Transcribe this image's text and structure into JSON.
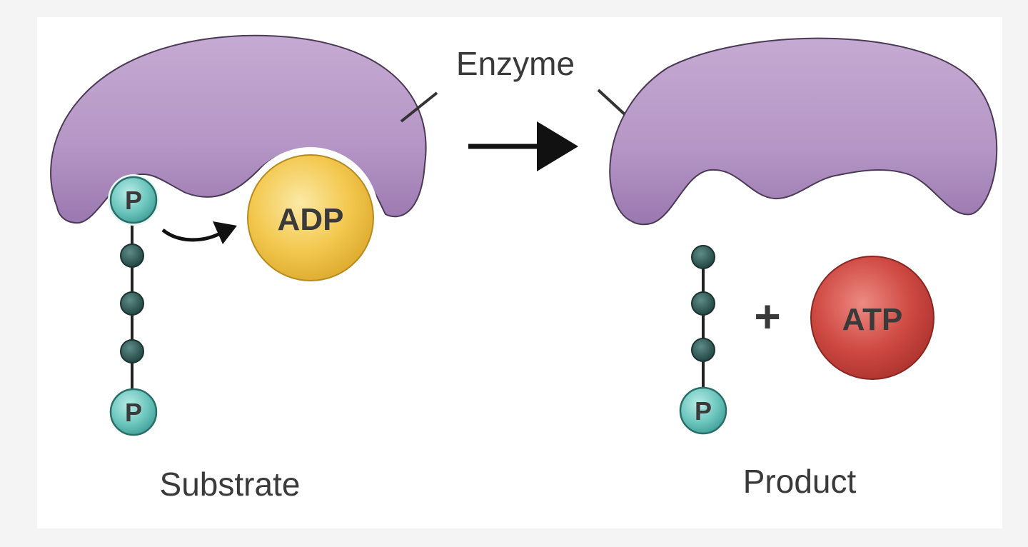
{
  "enzyme_label": "Enzyme",
  "substrate_label": "Substrate",
  "product_label": "Product",
  "phosphate_label": "P",
  "adp_label": "ADP",
  "atp_label": "ATP",
  "plus_sign": "+",
  "colors": {
    "enzyme": "#b99bc6",
    "enzyme_dark": "#8a6aa0",
    "phosphate": "#7fcfc9",
    "chain_bead": "#2f5a58",
    "adp": "#f2c64a",
    "atp": "#c8433e",
    "text": "#3a3a3a"
  }
}
